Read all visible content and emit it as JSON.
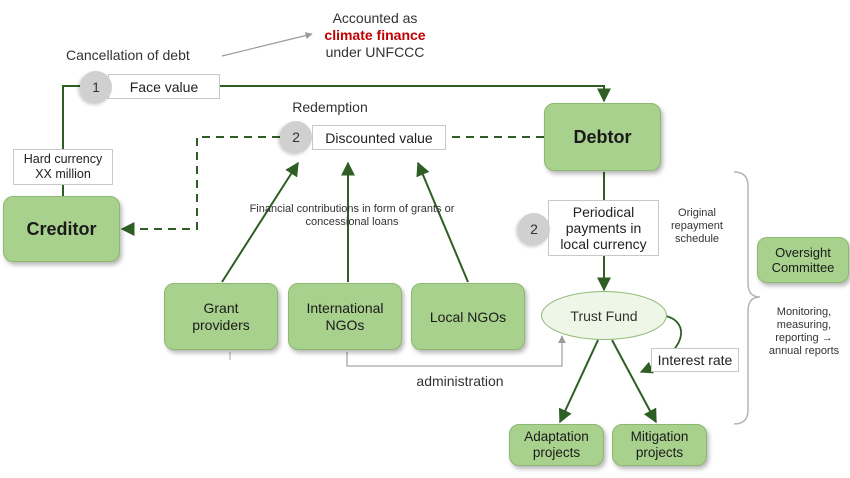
{
  "accounted": {
    "line1": "Accounted as",
    "highlight": "climate finance",
    "line3": "under UNFCCC"
  },
  "cancellation_label": "Cancellation of debt",
  "redemption_label": "Redemption",
  "face_value": {
    "number": "1",
    "label": "Face value"
  },
  "discounted_value": {
    "number": "2",
    "label": "Discounted value"
  },
  "periodical": {
    "number": "2",
    "label": "Periodical\npayments in\nlocal currency"
  },
  "hard_currency": "Hard currency\nXX million",
  "creditor": "Creditor",
  "debtor": "Debtor",
  "contributions_label": "Financial contributions in form of grants or\nconcessional loans",
  "original_schedule": "Original\nrepayment\nschedule",
  "oversight": "Oversight\nCommittee",
  "monitoring": "Monitoring,\nmeasuring,\nreporting →\nannual reports",
  "trust_fund": "Trust Fund",
  "interest_rate": "Interest rate",
  "administration": "administration",
  "grant_providers": "Grant\nproviders",
  "international_ngos": "International\nNGOs",
  "local_ngos": "Local NGOs",
  "adaptation": "Adaptation\nprojects",
  "mitigation": "Mitigation\nprojects",
  "colors": {
    "line": "#2f5e25",
    "node_fill": "#a9d18e",
    "highlight": "#c00000",
    "gray_line": "#a6a6a6"
  }
}
